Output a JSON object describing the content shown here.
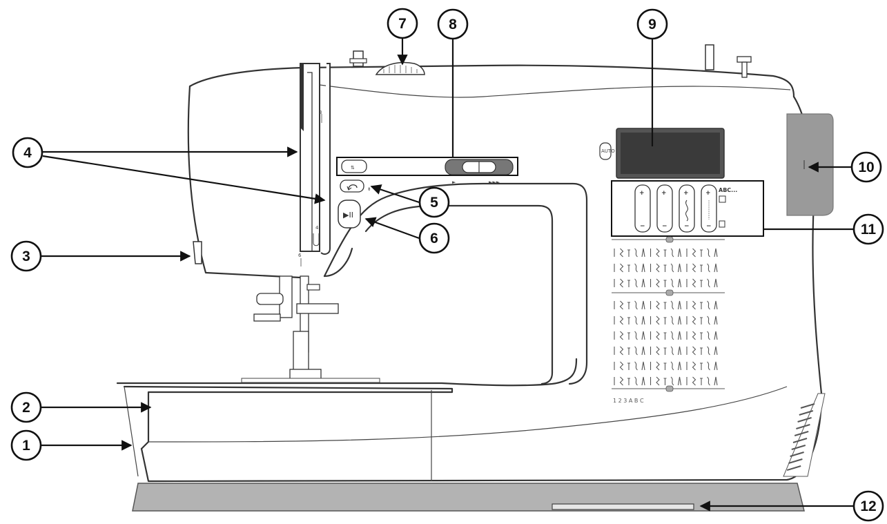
{
  "diagram": {
    "callouts": [
      {
        "id": "callout-1",
        "label": "1"
      },
      {
        "id": "callout-2",
        "label": "2"
      },
      {
        "id": "callout-3",
        "label": "3"
      },
      {
        "id": "callout-4",
        "label": "4"
      },
      {
        "id": "callout-5",
        "label": "5"
      },
      {
        "id": "callout-6",
        "label": "6"
      },
      {
        "id": "callout-7",
        "label": "7"
      },
      {
        "id": "callout-8",
        "label": "8"
      },
      {
        "id": "callout-9",
        "label": "9"
      },
      {
        "id": "callout-10",
        "label": "10"
      },
      {
        "id": "callout-11",
        "label": "11"
      },
      {
        "id": "callout-12",
        "label": "12"
      }
    ],
    "panel": {
      "abc_label": "ABC...",
      "alphabet_row": "1 2 3 A B C",
      "auto_button": "AUTO"
    },
    "colors": {
      "body_fill": "#ffffff",
      "outline": "#333333",
      "screen": "#3a3a3a",
      "side_grey": "#9a9a9a",
      "base_grey": "#b3b3b3"
    }
  }
}
